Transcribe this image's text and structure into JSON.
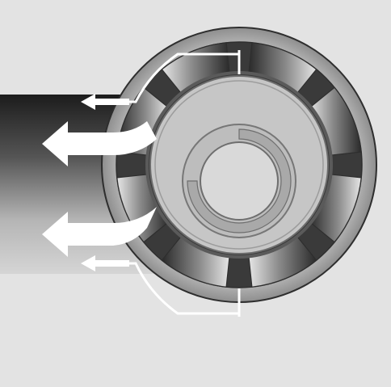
{
  "diagram": {
    "subject": "motor-cooling-airflow",
    "colors": {
      "background": "#e3e3e3",
      "housing_dark": "#1c1c1c",
      "housing_light": "#d2d2d2",
      "rim": "#9a9a9a",
      "rim_outline": "#3a3a3a",
      "vane_dark": "#2a2a2a",
      "vane_light": "#e6e6e6",
      "stator": "#c4c4c4",
      "hub": "#d9d9d9",
      "arrow": "#ffffff"
    },
    "vane_count": 8,
    "airflow": {
      "large_arrows": 2,
      "small_arrows": 2,
      "direction": "left"
    }
  }
}
